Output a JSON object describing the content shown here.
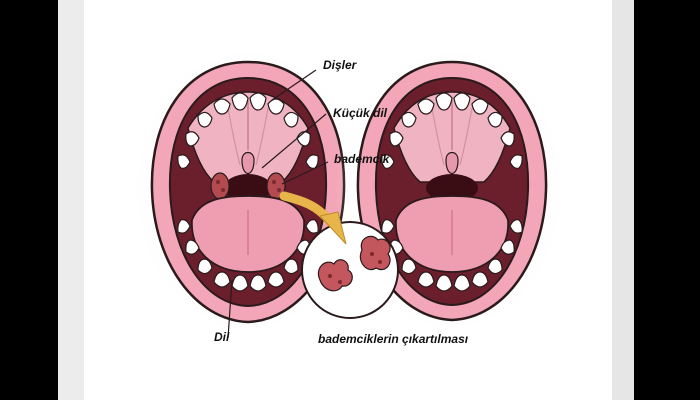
{
  "labels": {
    "teeth": "Dişler",
    "uvula": "Küçük dil",
    "tonsil": "bademcik",
    "tongue": "Dil",
    "removal": "bademciklerin çıkartılması"
  },
  "colors": {
    "background": "#000000",
    "panel": "#ffffff",
    "side_band": "#e8e8e8",
    "lips": "#f2a6b7",
    "lip_glow": "#f6c9d4",
    "mouth_inner": "#6b1f2c",
    "palate": "#f0b3c1",
    "tongue": "#ef9db0",
    "teeth": "#ffffff",
    "tonsil": "#b24a4f",
    "arrow": "#e8b54a",
    "outline": "#2a1a1c"
  },
  "icons": {
    "arrow": "curved-arrow-icon",
    "removed_tonsils": "tonsil-tissue-icon"
  }
}
